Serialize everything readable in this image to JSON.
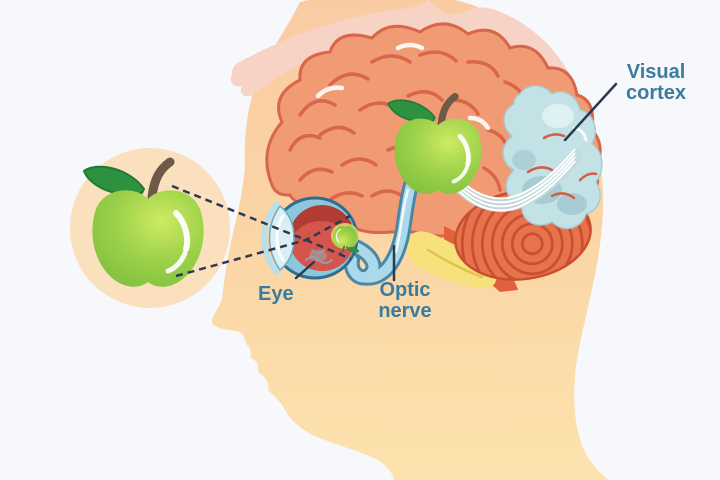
{
  "figure": {
    "type": "anatomy-diagram",
    "subject": "visual pathway from eye to visual cortex",
    "labels": {
      "eye": "Eye",
      "optic_nerve": "Optic nerve",
      "visual_cortex": "Visual cortex"
    },
    "elements": [
      "apple-icon",
      "apple-focus-circle",
      "head-silhouette",
      "hair-swoosh",
      "brain-icon",
      "visual-cortex-region",
      "cerebellum-icon",
      "temporal-lobe-yellow",
      "eye-cross-section",
      "retina-image-inverted-apple",
      "optic-nerve-tube",
      "optic-radiation-fibers",
      "light-ray-dashed-lines"
    ],
    "colors": {
      "background": "#F7F8FC",
      "skin_top": "#FACBA3",
      "skin_bottom": "#FCE3AE",
      "hair": "#F7D3C5",
      "brain": "#F19B74",
      "brain_outline": "#D9654A",
      "visual_cortex": "#C3E2E6",
      "visual_cortex_shadow": "#9FC4CC",
      "cerebellum": "#E8724C",
      "cerebellum_stripe": "#C94F31",
      "yellow_lobe": "#F6E17D",
      "brainstem": "#E2613D",
      "optic_nerve": "#A9D9EA",
      "optic_nerve_outline": "#4A86A6",
      "eye_sclera": "#8CC8DB",
      "eye_outline": "#2F6E8F",
      "eye_interior_red": "#D5544B",
      "eye_interior_dark": "#B23B33",
      "lens": "#D9EEF5",
      "apple_green_light": "#CDEB63",
      "apple_green": "#8CC73F",
      "apple_leaf": "#2E9140",
      "apple_stem": "#6E5A49",
      "apple_circle": "#FAE0BC",
      "label_text": "#3B7C9E",
      "leader_line": "#2C3A4F"
    }
  }
}
